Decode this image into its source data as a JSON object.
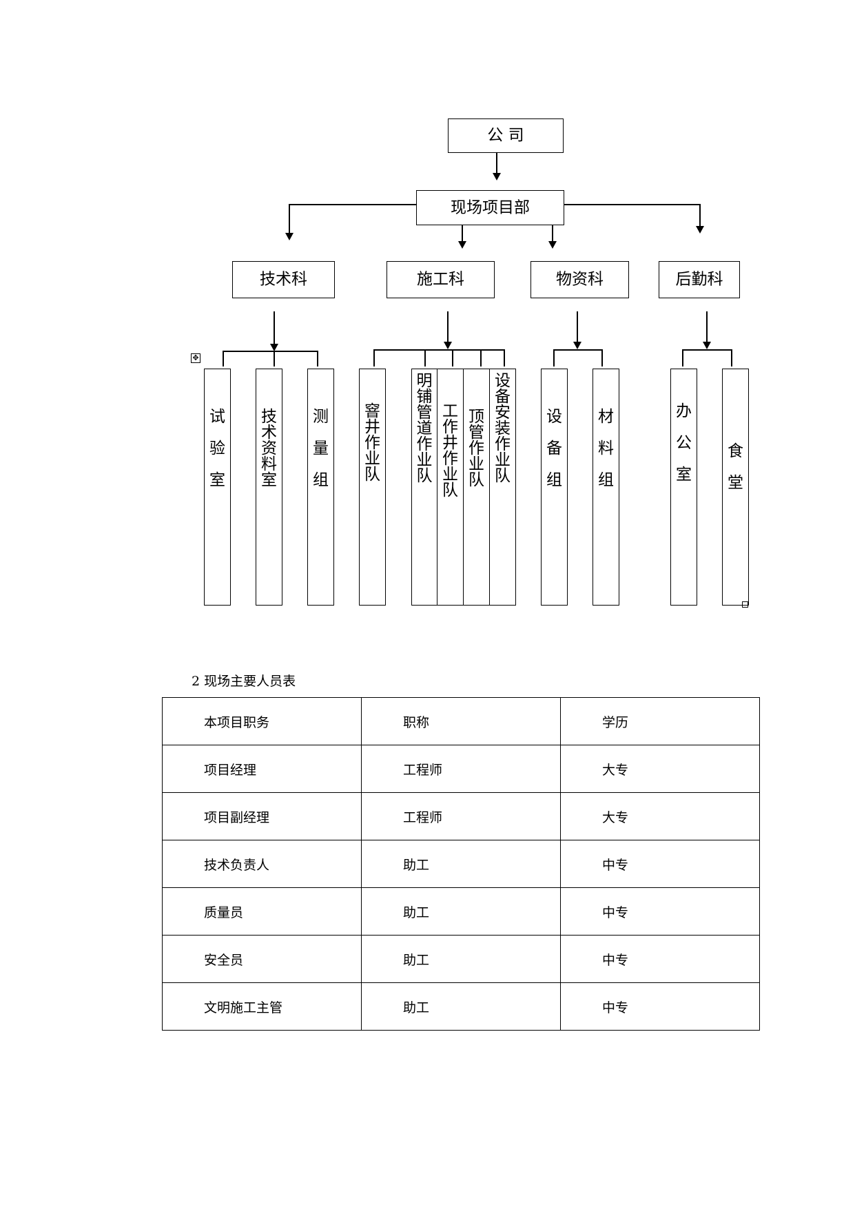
{
  "org_chart": {
    "company": "公 司",
    "project_dept": "现场项目部",
    "sections": [
      {
        "name": "技术科",
        "units": [
          "试\n\n验\n\n室",
          "技\n术\n资\n料\n室",
          "测\n\n量\n\n组"
        ]
      },
      {
        "name": "施工科",
        "units": [
          "窨\n井\n作\n业\n队",
          "明\n铺\n管\n道\n作\n业\n队",
          "工\n作\n井\n作\n业\n队",
          "顶\n管\n作\n业\n队",
          "设\n备\n安\n装\n作\n业\n队"
        ]
      },
      {
        "name": "物资科",
        "units": [
          "设\n\n备\n\n组",
          "材\n\n料\n\n组"
        ]
      },
      {
        "name": "后勤科",
        "units": [
          "办\n\n公\n\n室",
          "食\n\n堂"
        ]
      }
    ]
  },
  "staff_table": {
    "title": "2  现场主要人员表",
    "headers": [
      "本项目职务",
      "职称",
      "学历"
    ],
    "rows": [
      [
        "项目经理",
        "工程师",
        "大专"
      ],
      [
        "项目副经理",
        "工程师",
        "大专"
      ],
      [
        "技术负责人",
        "助工",
        "中专"
      ],
      [
        "质量员",
        "助工",
        "中专"
      ],
      [
        "安全员",
        "助工",
        "中专"
      ],
      [
        "文明施工主管",
        "助工",
        "中专"
      ]
    ]
  }
}
